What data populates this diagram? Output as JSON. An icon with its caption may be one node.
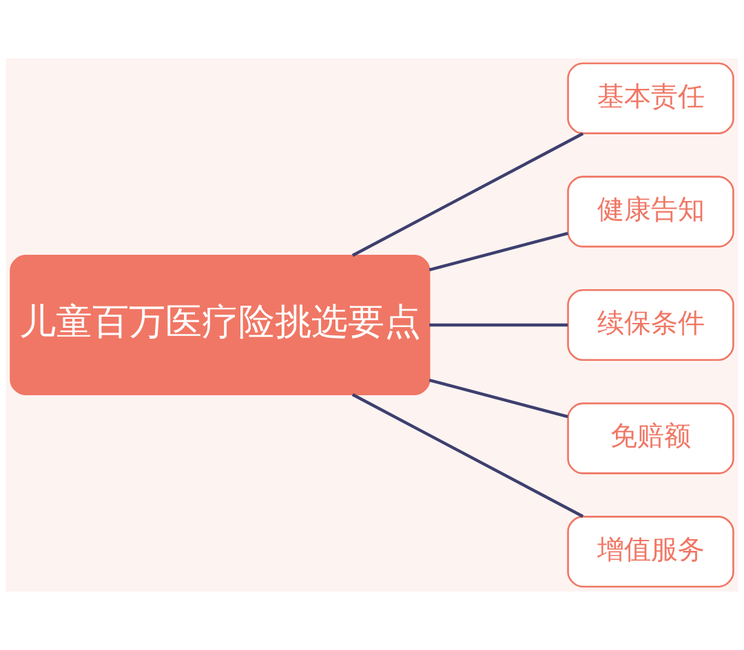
{
  "diagram": {
    "nodes": [
      {
        "text": [
          "儿童百万医疗险挑选要点"
        ]
      },
      {
        "text": [
          "基本责任"
        ]
      },
      {
        "text": [
          "健康告知"
        ]
      },
      {
        "text": [
          "续保条件"
        ]
      },
      {
        "text": [
          "免赔额"
        ]
      },
      {
        "text": [
          "增值服务"
        ]
      }
    ],
    "edges": [
      {
        "from": 0,
        "to": 1,
        "arrow": "none"
      },
      {
        "from": 0,
        "to": 2,
        "arrow": "none"
      },
      {
        "from": 0,
        "to": 3,
        "arrow": "none"
      },
      {
        "from": 0,
        "to": 4,
        "arrow": "none"
      },
      {
        "from": 0,
        "to": 5,
        "arrow": "none"
      }
    ]
  }
}
